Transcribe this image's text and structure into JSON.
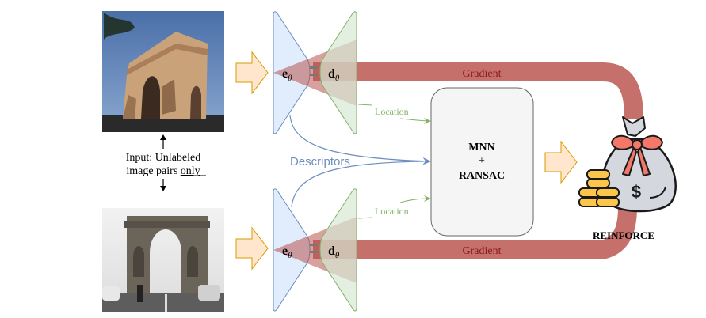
{
  "input_caption": {
    "line1": "Input: Unlabeled",
    "line2_prefix": "image pairs ",
    "line2_underlined": "only"
  },
  "encoder_label": "e",
  "decoder_label": "d",
  "theta_subscript": "θ",
  "gradient_label_top": "Gradient",
  "gradient_label_bottom": "Gradient",
  "location_label_top": "Location",
  "location_label_bottom": "Location",
  "descriptors_label": "Descriptors",
  "matcher": {
    "line1": "MNN",
    "line2": "+",
    "line3": "RANSAC"
  },
  "reinforce_label": "REINFORCE",
  "colors": {
    "gradient": "#c0605c",
    "gradient_text": "#8b1a1a",
    "encoder_fill": "#dae8fc",
    "encoder_stroke": "#6c8ebf",
    "decoder_fill": "#d5e8d4",
    "decoder_stroke": "#82b366",
    "location_text": "#82b366",
    "descriptors_text": "#6c8ebf",
    "input_arrow_fill": "#ffe6cc",
    "input_arrow_stroke": "#d79b00",
    "box_fill": "#f5f5f5",
    "box_stroke": "#666666"
  }
}
